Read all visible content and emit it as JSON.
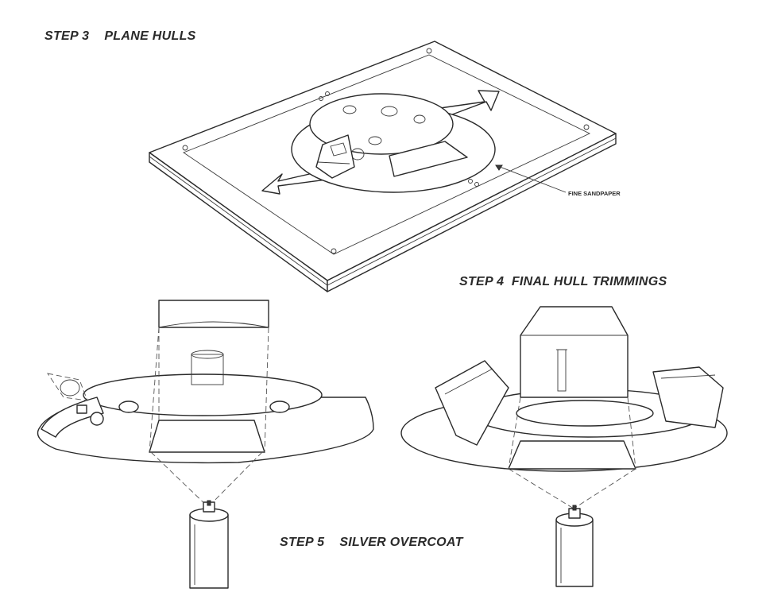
{
  "steps": {
    "step3_title": "STEP 3    PLANE HULLS",
    "step4_title": "STEP 4  FINAL HULL TRIMMINGS",
    "step5_title": "STEP 5    SILVER OVERCOAT"
  },
  "callouts": {
    "sandpaper": "FINE SANDPAPER"
  },
  "palette": {
    "ink": "#2a2a2a",
    "paper": "#ffffff"
  }
}
